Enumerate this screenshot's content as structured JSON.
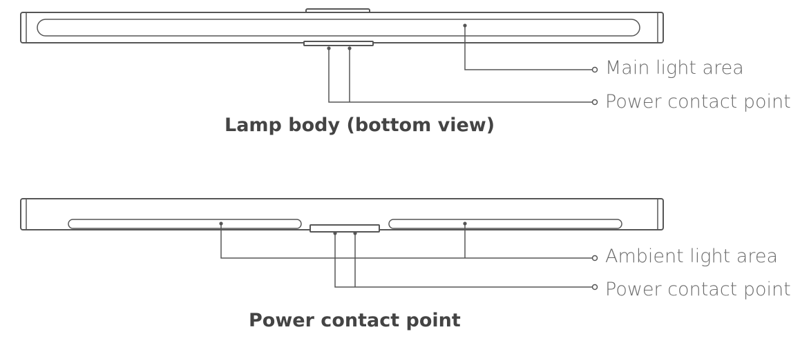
{
  "figures": [
    {
      "caption": "Lamp body (bottom view)",
      "callouts": [
        {
          "label": "Main light area"
        },
        {
          "label": "Power contact point"
        }
      ]
    },
    {
      "caption": "Power contact point",
      "callouts": [
        {
          "label": "Ambient light area"
        },
        {
          "label": "Power contact point"
        }
      ]
    }
  ],
  "colors": {
    "line": "#555555",
    "label_text": "#6b6b6b",
    "caption_text": "#444444"
  }
}
